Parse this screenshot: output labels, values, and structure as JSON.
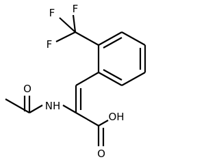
{
  "molecule": {
    "atoms": {
      "f1": "F",
      "f2": "F",
      "f3": "F",
      "o_acetyl": "O",
      "nh": "NH",
      "oh": "OH",
      "o_acid": "O"
    }
  },
  "colors": {
    "ink": "#000000",
    "background": "#ffffff"
  }
}
